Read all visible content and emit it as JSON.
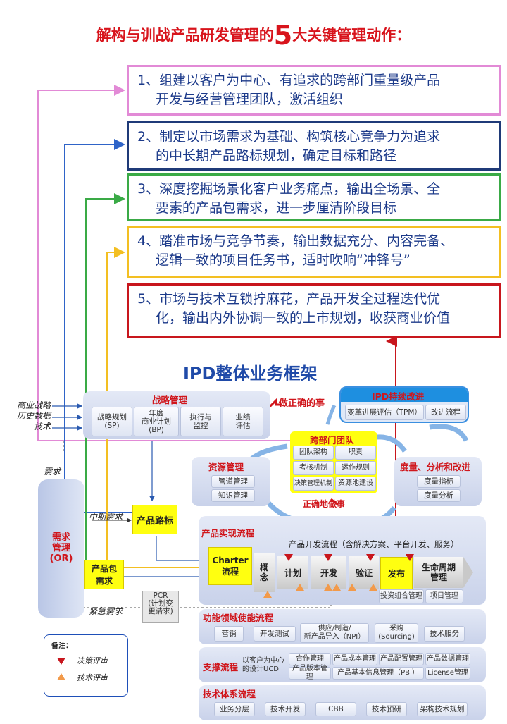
{
  "title": {
    "pre": "解构与训战产品研发管理的",
    "num": "5",
    "post": "大关键管理动作："
  },
  "actions": [
    {
      "line1": "1、组建以客户为中心、有追求的跨部门重量级产品",
      "line2": "开发与经营管理团队，激活组织"
    },
    {
      "line1": "2、制定以市场需求为基础、构筑核心竞争力为追求",
      "line2": "的中长期产品路标规划，确定目标和路径"
    },
    {
      "line1": "3、深度挖掘场景化客户业务痛点，输出全场景、全",
      "line2": "要素的产品包需求，进一步厘清阶段目标"
    },
    {
      "line1": "4、踏准市场与竞争节奏，输出数据充分、内容完备、",
      "line2": "逻辑一致的项目任务书，适时吹响“冲锋号”"
    },
    {
      "line1": "5、市场与技术互锁拧麻花，产品开发全过程迭代优",
      "line2": "化，输出内外协调一致的上市规划，收获商业价值"
    }
  ],
  "framework_title": "IPD整体业务框架",
  "inputs": [
    "商业战略",
    "历史数据",
    "技术"
  ],
  "strategy": {
    "header": "战略管理",
    "chips": [
      "战略规划\n(SP)",
      "年度\n商业计划\n(BP)",
      "执行与\n监控",
      "业绩\n评估"
    ],
    "note": "做正确的事"
  },
  "ipd_improve": {
    "header": "IPD持续改进",
    "chips": [
      "变革进展评估（TPM）",
      "改进流程"
    ]
  },
  "cross_team": {
    "header": "跨部门团队",
    "chips": [
      "团队架构",
      "职责",
      "考核机制",
      "运作规则",
      "决策管理机制",
      "资源池建设"
    ]
  },
  "resource": {
    "header": "资源管理",
    "chips": [
      "管道管理",
      "知识管理"
    ]
  },
  "measure": {
    "header": "度量、分析和改进",
    "chips": [
      "度量指标",
      "度量分析"
    ]
  },
  "do_right": "正确地做事",
  "demand": {
    "label": "需求",
    "box": "需求\n管理\n(OR)"
  },
  "mid_demand": "中期需求",
  "roadmap": "产品路标",
  "package": "产品包\n需求",
  "urgent": "紧急需求",
  "pcr": "PCR\n(计划变\n更请求)",
  "realize": {
    "header": "产品实现流程",
    "dev_flow": "产品开发流程（含解决方案、平台开发、服务）",
    "charter": "Charter\n流程",
    "stages": [
      "概\n念",
      "计划",
      "开发",
      "验证",
      "发布"
    ],
    "lifecycle": "生命周期\n管理",
    "bottom": [
      "投资组合管理",
      "项目管理"
    ]
  },
  "func": {
    "header": "功能领域使能流程",
    "chips": [
      "营销",
      "开发测试",
      "供应/制造/\n新产品导入（NPI）",
      "采购\n(Sourcing)",
      "技术服务"
    ]
  },
  "support": {
    "header": "支撑流程",
    "ucd": "以客户为中心\n的设计UCD",
    "row1": [
      "合作管理",
      "产品成本管理",
      "产品配置管理",
      "产品数据管理"
    ],
    "row2": [
      "产品版本管理",
      "产品基本信息管理（PBI）",
      "License管理"
    ]
  },
  "tech": {
    "header": "技术体系流程",
    "chips": [
      "业务分层",
      "技术开发",
      "CBB",
      "技术预研",
      "架构技术规划"
    ]
  },
  "legend": {
    "title": "备注：",
    "decision": "决策评审",
    "technical": "技术评审"
  },
  "colors": {
    "title_red": "#d8141c",
    "pink": "#e28ad6",
    "navy": "#1f3a78",
    "green": "#3aaa46",
    "gold": "#f3bf22",
    "red": "#c8161d",
    "blue_accent": "#1e8fe0"
  }
}
